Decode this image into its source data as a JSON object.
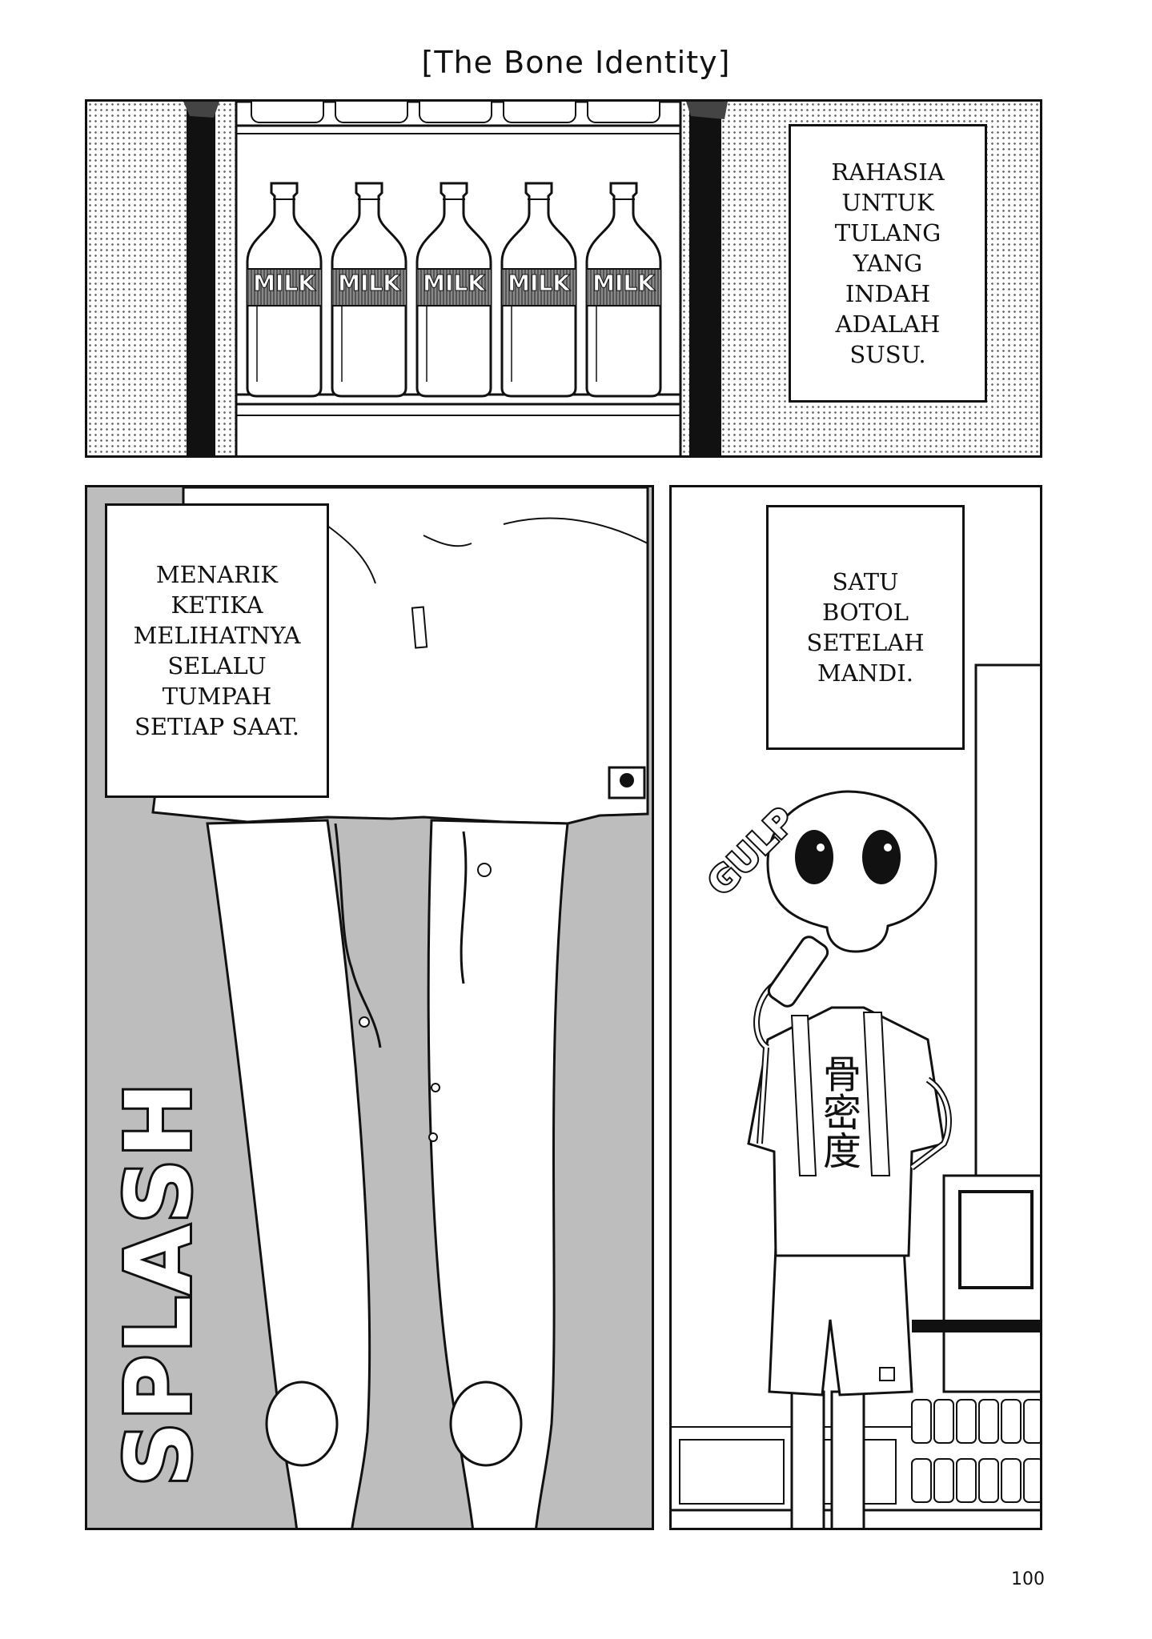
{
  "page": {
    "title": "[The Bone Identity]",
    "page_number": "100"
  },
  "panel_top": {
    "bottle_label": "MILK",
    "bottle_count": 5,
    "caption": "RAHASIA\nUNTUK\nTULANG\nYANG\nINDAH\nADALAH\nSUSU."
  },
  "panel_left": {
    "caption": "MENARIK\nKETIKA\nMELIHATNYA\nSELALU\nTUMPAH\nSETIAP SAAT.",
    "sfx": "SPLASH"
  },
  "panel_right": {
    "caption": "SATU\nBOTOL\nSETELAH\nMANDI.",
    "sfx": "GULP",
    "shirt_text": "骨密度"
  },
  "colors": {
    "ink": "#111111",
    "paper": "#ffffff",
    "screentone": "#b5b5b5"
  }
}
